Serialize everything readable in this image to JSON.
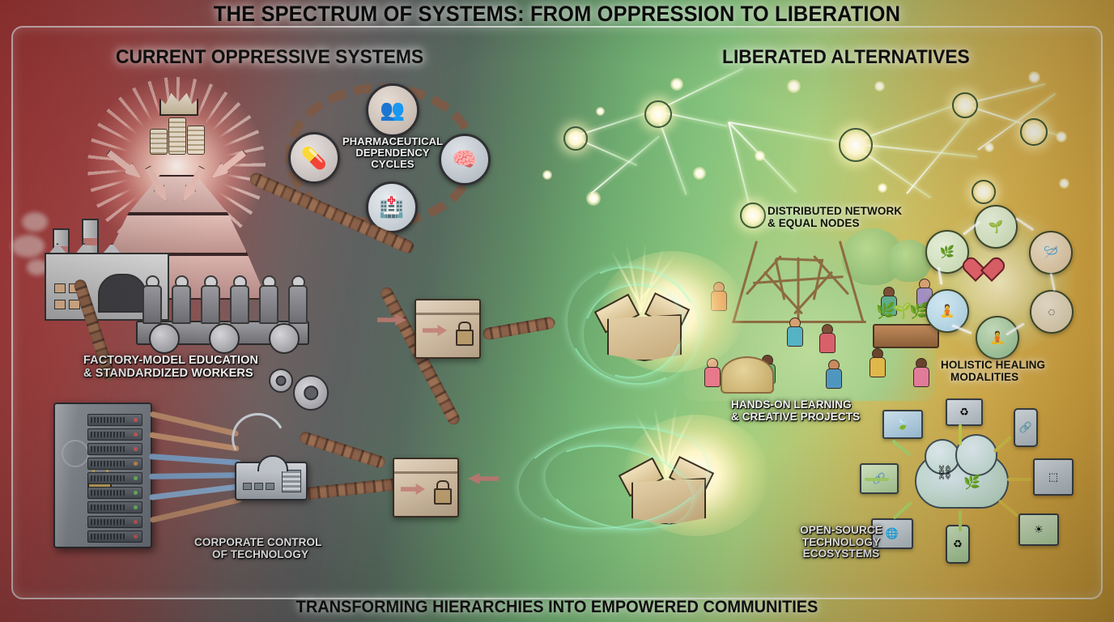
{
  "poster": {
    "title": "THE SPECTRUM OF SYSTEMS: FROM OPPRESSION TO LIBERATION",
    "footer": "TRANSFORMING HIERARCHIES INTO EMPOWERED COMMUNITIES",
    "columns": {
      "left_heading": "CURRENT OPPRESSIVE SYSTEMS",
      "right_heading": "LIBERATED ALTERNATIVES"
    },
    "palette": {
      "oppression_red": "#b23b3b",
      "neutral_grey": "#5d6060",
      "liberation_green": "#6fae70",
      "liberation_gold": "#d9a840",
      "chain_rust": "#8a6048",
      "glow_white": "#fffbe0",
      "heart_red": "#e4626a",
      "gold_lock": "#b79243"
    }
  },
  "left_panel": {
    "captions": [
      {
        "id": "pharma",
        "line1": "PHARMACEUTICAL",
        "line2": "DEPENDENCY",
        "line3": "CYCLES"
      },
      {
        "id": "factory",
        "line1": "FACTORY-MODEL EDUCATION",
        "line2": "& STANDARDIZED WORKERS"
      },
      {
        "id": "corporate",
        "line1": "CORPORATE CONTROL",
        "line2": "OF TECHNOLOGY"
      }
    ],
    "pharma_cycle_nodes": [
      {
        "name": "pill-bottle-icon",
        "glyph": "💊"
      },
      {
        "name": "divided-faces-icon",
        "glyph": "👥"
      },
      {
        "name": "locked-brain-icon",
        "glyph": "🧠"
      },
      {
        "name": "hospital-icon",
        "glyph": "🏥"
      }
    ],
    "hierarchy": {
      "crown_icon": "crown-icon",
      "coins_icon": "coin-stack-icon",
      "tiers": 3
    },
    "factory_scene": {
      "smokestacks": 2,
      "workers": 6,
      "conveyor": "conveyor-belt"
    },
    "tech_control": {
      "server_icon": "server-rack-icon",
      "lock_icon": "padlock-icon",
      "router_icon": "router-icon",
      "cables": 6
    },
    "locked_boxes": 2
  },
  "right_panel": {
    "captions": [
      {
        "id": "network",
        "line1": "DISTRIBUTED NETWORK",
        "line2": "& EQUAL NODES"
      },
      {
        "id": "learning",
        "line1": "HANDS-ON LEARNING",
        "line2": "& CREATIVE PROJECTS"
      },
      {
        "id": "healing",
        "line1": "HOLISTIC HEALING",
        "line2": "MODALITIES"
      },
      {
        "id": "opensource",
        "line1": "OPEN-SOURCE",
        "line2": "TECHNOLOGY",
        "line3": "ECOSYSTEMS"
      }
    ],
    "network": {
      "major_nodes": 6,
      "minor_nodes": 12
    },
    "learning_scene": {
      "structure": "geodesic-dome",
      "children": 9,
      "garden": "raised-garden-bed"
    },
    "healing_modalities": [
      {
        "name": "herbal-medicine-icon",
        "glyph": "🌿"
      },
      {
        "name": "plant-sprout-icon",
        "glyph": "🌱"
      },
      {
        "name": "acupuncture-icon",
        "glyph": "🪡"
      },
      {
        "name": "community-circle-icon",
        "glyph": "◌"
      },
      {
        "name": "meditation-green-icon",
        "glyph": "🧘"
      },
      {
        "name": "meditation-blue-icon",
        "glyph": "🧘"
      }
    ],
    "healing_center_icon": "heart-icon",
    "tech_ecosystem": {
      "center_icon": "cloud-broken-chain-sprout-icon",
      "devices": [
        {
          "name": "tablet-recycle-icon",
          "glyph": "♻"
        },
        {
          "name": "smartphone-link-icon",
          "glyph": "🔗"
        },
        {
          "name": "3d-printer-icon",
          "glyph": "⬚"
        },
        {
          "name": "renewable-energy-icon",
          "glyph": "☀"
        },
        {
          "name": "smartphone-recycle-icon",
          "glyph": "♻"
        },
        {
          "name": "laptop-globe-icon",
          "glyph": "🌐"
        },
        {
          "name": "monitor-link-icon",
          "glyph": "🔗"
        },
        {
          "name": "laptop-leaf-icon",
          "glyph": "🍃"
        }
      ]
    },
    "open_boxes": 2
  }
}
